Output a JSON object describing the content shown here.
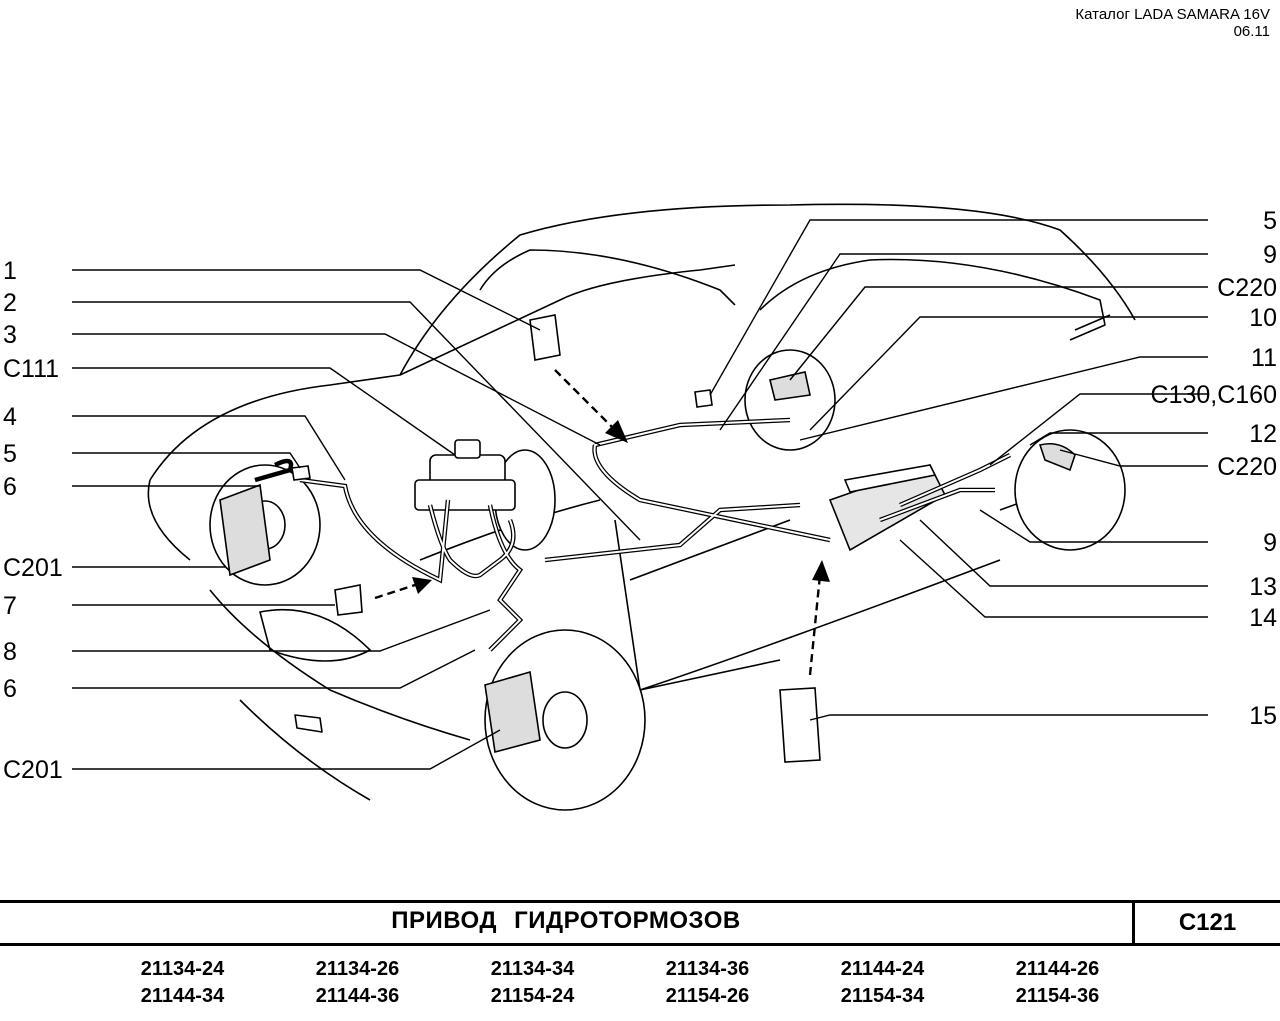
{
  "header": {
    "catalog": "Каталог LADA SAMARA 16V",
    "date": "06.11"
  },
  "callouts_left": [
    "1",
    "2",
    "3",
    "C111",
    "4",
    "5",
    "6",
    "C201",
    "7",
    "8",
    "6",
    "C201"
  ],
  "callouts_right": [
    "5",
    "9",
    "C220",
    "10",
    "11",
    "C130,C160",
    "12",
    "C220",
    "9",
    "13",
    "14",
    "15"
  ],
  "title": "ПРИВОД   ГИДРОТОРМОЗОВ",
  "code": "C121",
  "models": [
    [
      "21134-24",
      "21134-26",
      "21134-34",
      "21134-36",
      "21144-24",
      "21144-26"
    ],
    [
      "21144-34",
      "21144-36",
      "21154-24",
      "21154-26",
      "21154-34",
      "21154-36"
    ]
  ]
}
